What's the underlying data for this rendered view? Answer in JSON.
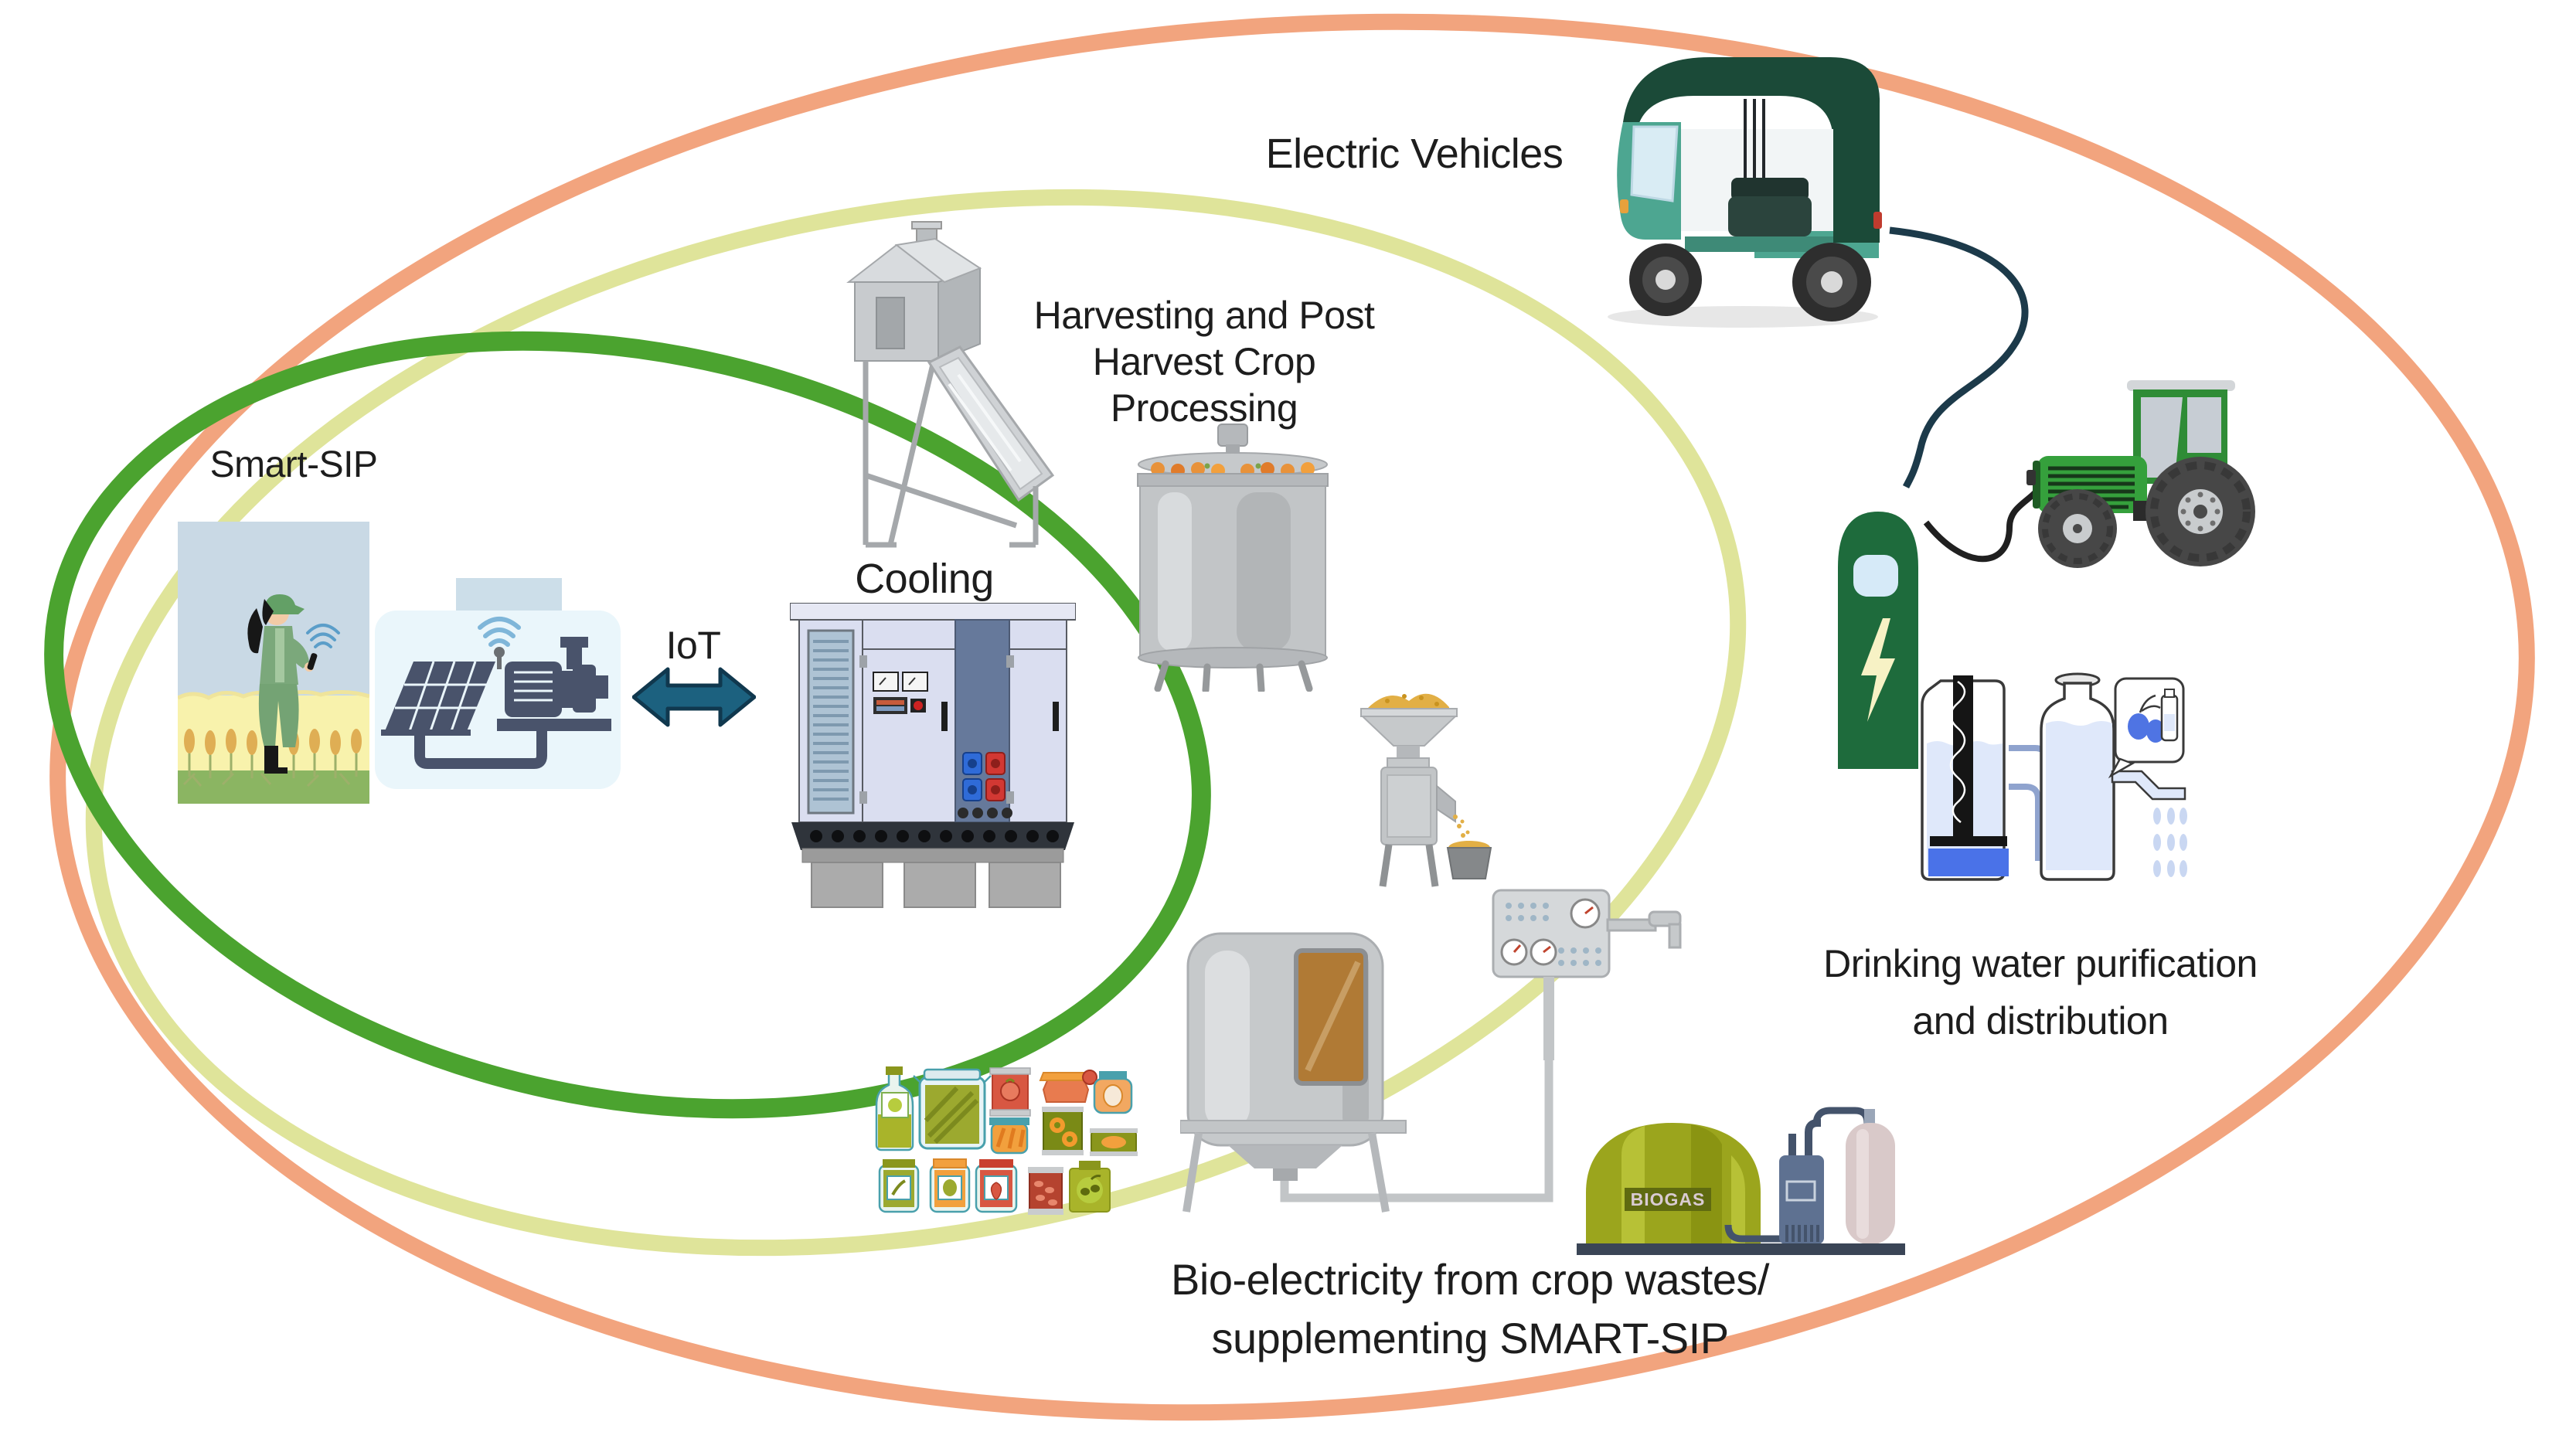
{
  "diagram": {
    "labels": {
      "electric_vehicles": "Electric Vehicles",
      "smart_sip": "Smart-SIP",
      "iot": "IoT",
      "cooling": "Cooling",
      "harvesting": "Harvesting and Post\nHarvest Crop\nProcessing",
      "drinking_water": "Drinking water purification\nand distribution",
      "bio_electricity": "Bio-electricity from crop wastes/\nsupplementing SMART-SIP",
      "biogas_tank": "BIOGAS"
    },
    "rings": {
      "outer_color": "#F2A47E",
      "middle_color": "#DFE49A",
      "inner_color": "#4BA32F"
    },
    "accent_colors": {
      "iot_arrow": "#1C617F",
      "charging_station_green": "#1E6B3C",
      "tractor_green": "#35A03C",
      "rickshaw_teal": "#4DA691",
      "rickshaw_canopy": "#1B4A38",
      "biogas_dome": "#9BA51D",
      "wifi_blue": "#5B9EC9",
      "machine_slate": "#49536B",
      "pure_water_blue": "#4A72E8",
      "text_color": "#1d1d1d"
    },
    "icons": [
      "wifi-icon",
      "lightning-bolt-icon",
      "double-headed-arrow-icon",
      "solar-panel-icon",
      "water-pump-icon",
      "smartphone-icon"
    ]
  }
}
